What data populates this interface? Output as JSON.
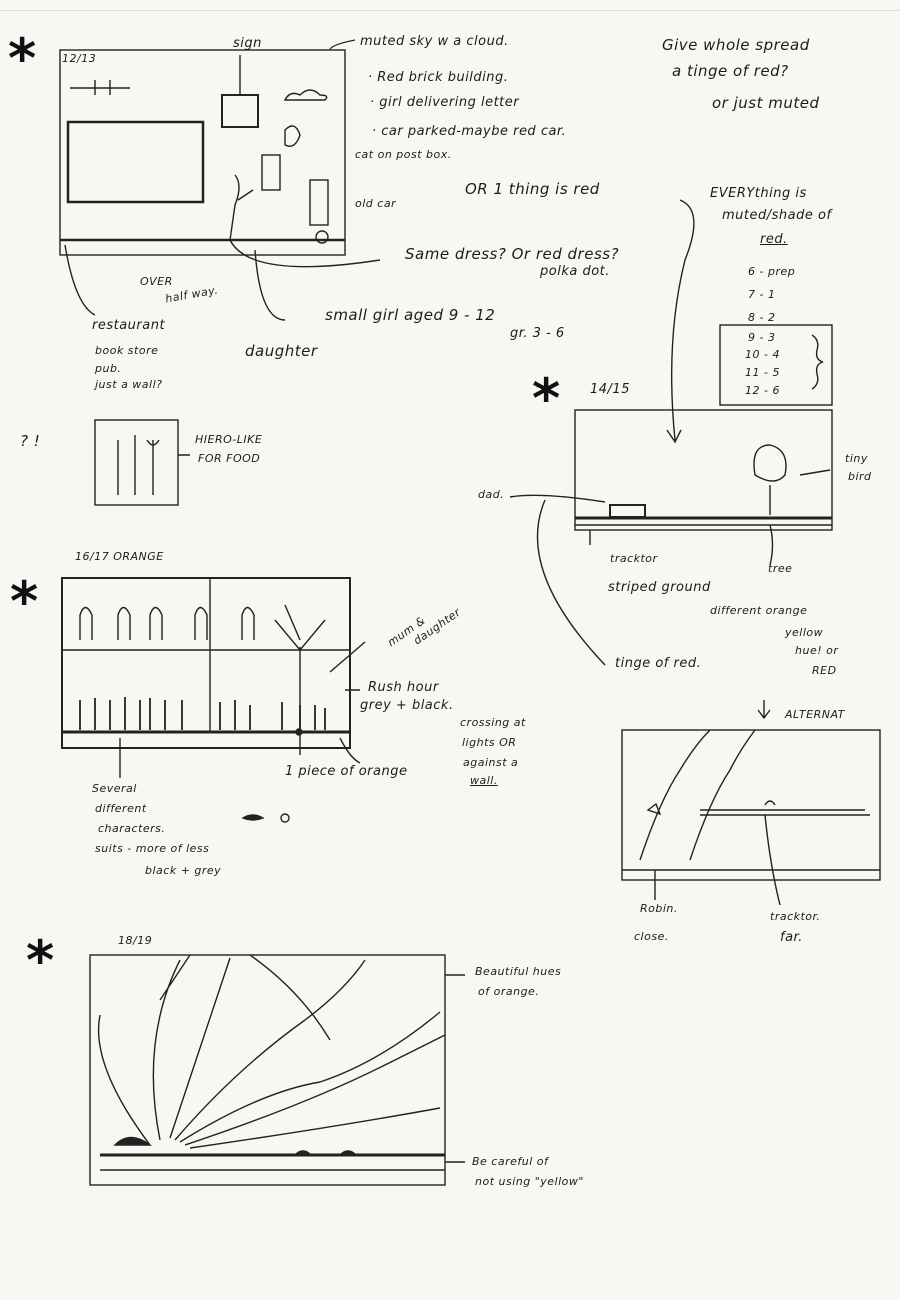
{
  "spread_12_13": {
    "label": "12/13",
    "sign": "sign",
    "notes": [
      "muted sky w a cloud.",
      "· Red brick building.",
      "· girl delivering letter",
      "· car parked-maybe red car."
    ],
    "cat": "cat on post box.",
    "old_car": "old car",
    "one_thing": "OR 1 thing is red",
    "same_dress": "Same dress? Or red dress?",
    "polka": "polka dot.",
    "over_half": [
      "OVER",
      "half way."
    ],
    "small_girl": "small girl aged 9 - 12",
    "grade": "gr. 3 - 6",
    "location": [
      "restaurant",
      "book store",
      "pub.",
      "just a wall?"
    ],
    "daughter": "daughter"
  },
  "spread_note": [
    "Give whole spread",
    "a tinge of red?",
    "or just muted"
  ],
  "everything": [
    "EVERYthing is",
    "muted/shade of",
    "red."
  ],
  "ages": [
    "6 - prep",
    "7 - 1",
    "8 - 2"
  ],
  "ages_boxed": [
    "9 - 3",
    "10 - 4",
    "11 - 5",
    "12 - 6"
  ],
  "food_sign": {
    "marks": "? !",
    "note": [
      "HIERO-LIKE",
      "FOR FOOD"
    ]
  },
  "spread_14_15": {
    "label": "14/15",
    "tiny_bird": [
      "tiny",
      "bird"
    ],
    "dad": "dad.",
    "tracktor": "tracktor",
    "tree": "tree",
    "striped": "striped ground",
    "different": "different orange",
    "hues": [
      "yellow",
      "hue! or",
      "RED"
    ],
    "tinge": "tinge of red.",
    "alternate": "ALTERNAT",
    "robin": [
      "Robin.",
      "close."
    ],
    "tracktor_far": [
      "tracktor.",
      "far."
    ]
  },
  "spread_16_17": {
    "label": "16/17 ORANGE",
    "mum": [
      "mum &",
      "daughter"
    ],
    "rush": [
      "Rush hour",
      "grey + black."
    ],
    "crossing": [
      "crossing at",
      "lights OR",
      "against a",
      "wall."
    ],
    "orange_piece": "1 piece of orange",
    "characters": [
      "Several",
      "different",
      "characters.",
      "suits - more of less",
      "black + grey"
    ]
  },
  "spread_18_19": {
    "label": "18/19",
    "hues": [
      "Beautiful hues",
      "of orange."
    ],
    "careful": [
      "Be careful of",
      "not using \"yellow\""
    ]
  }
}
